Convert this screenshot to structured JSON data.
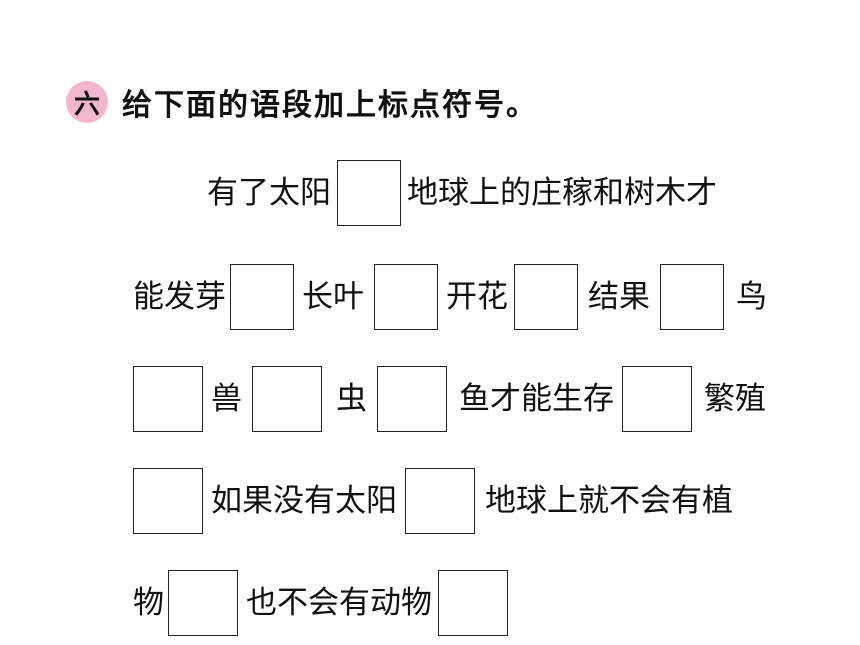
{
  "section": {
    "number": "六",
    "title": "给下面的语段加上标点符号。"
  },
  "lines": [
    {
      "segments": [
        "有了太阳",
        "地球上的庄稼和树木才"
      ]
    },
    {
      "segments": [
        "能发芽",
        "长叶",
        "开花",
        "结果",
        "鸟"
      ]
    },
    {
      "segments": [
        "",
        "兽",
        "虫",
        "鱼才能生存",
        "繁殖"
      ]
    },
    {
      "segments": [
        "",
        "如果没有太阳",
        "地球上就不会有植"
      ]
    },
    {
      "segments": [
        "物",
        "也不会有动物"
      ]
    }
  ]
}
